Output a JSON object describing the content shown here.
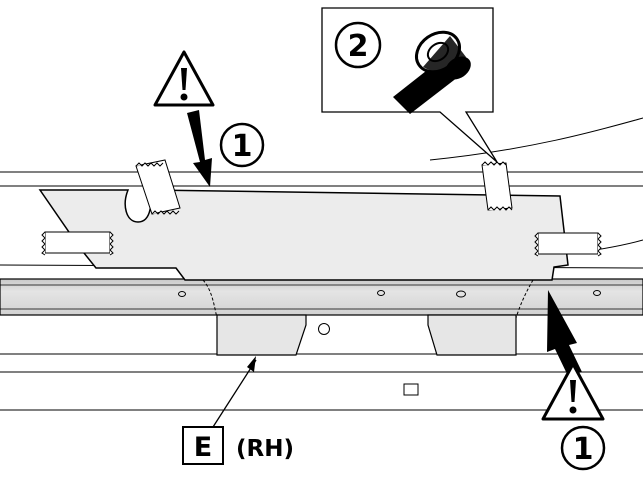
{
  "callouts": {
    "step_top_left": "1",
    "step_tape": "2",
    "step_bottom_right": "1",
    "part_letter": "E",
    "part_side": "(RH)"
  },
  "icons": {
    "warning": "warning-triangle-icon",
    "tape": "tape-roll-icon"
  },
  "colors": {
    "ink": "#000000",
    "rail_fill": "#dcdcdc",
    "panel_fill": "#ebebeb",
    "paper": "#ffffff"
  }
}
